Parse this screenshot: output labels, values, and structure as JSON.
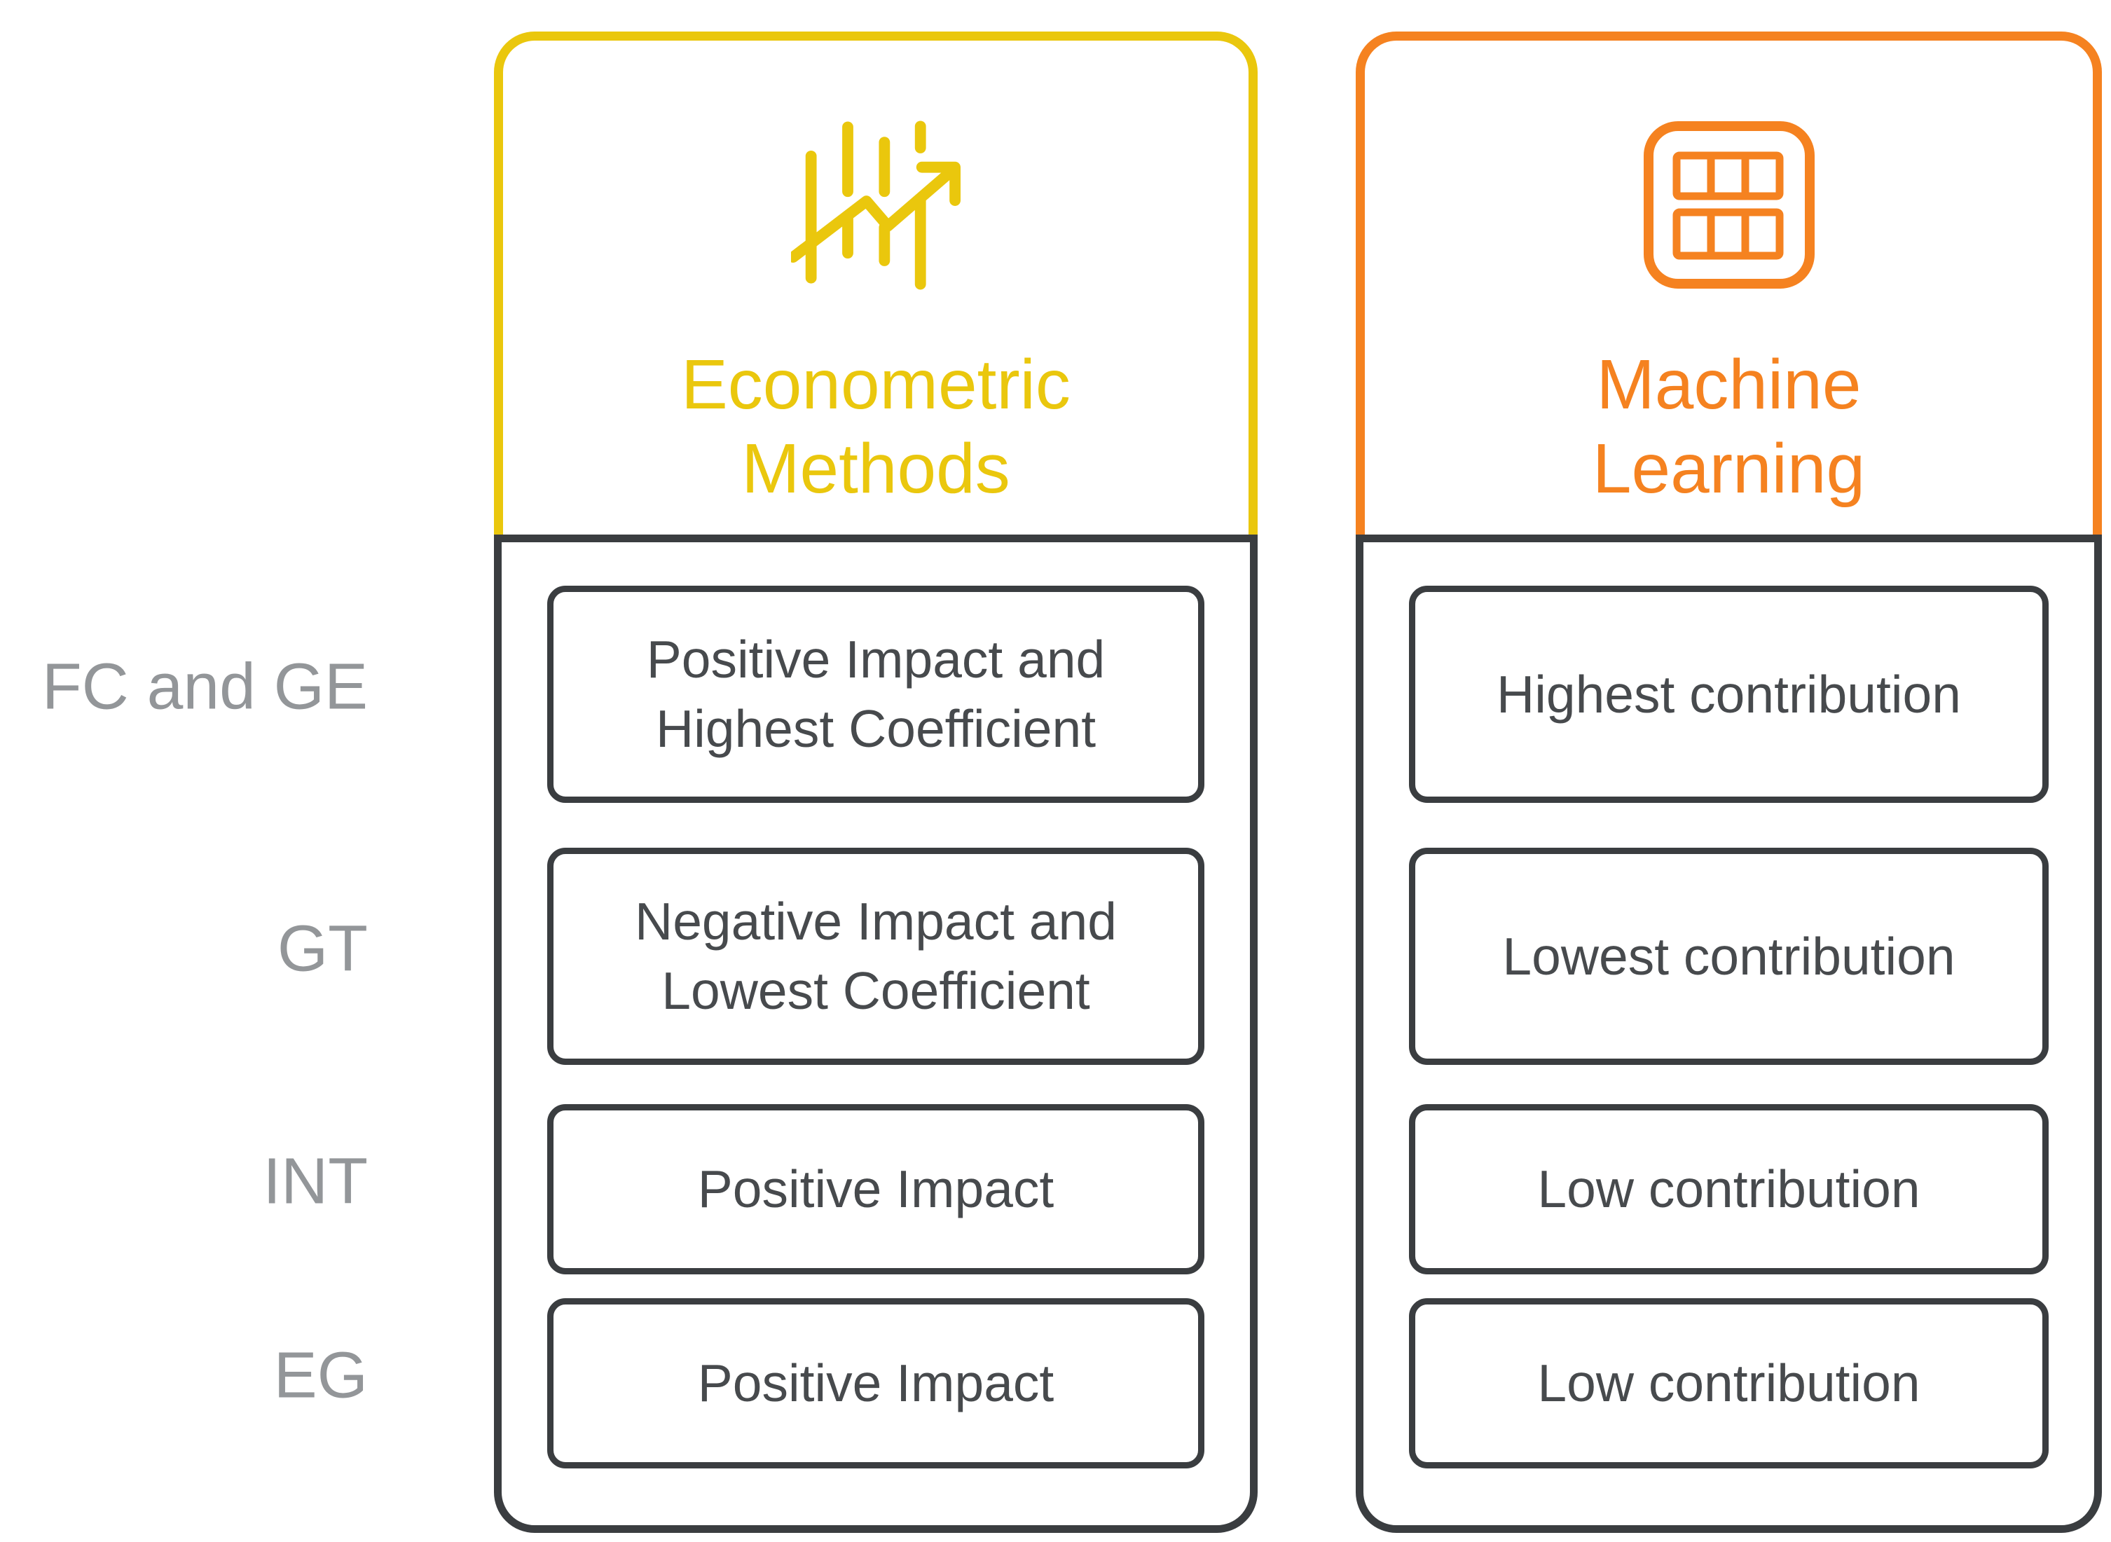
{
  "diagram": {
    "row_labels": [
      "FC and GE",
      "GT",
      "INT",
      "EG"
    ],
    "columns": [
      {
        "id": "econometric-methods",
        "title": "Econometric Methods",
        "title_line1": "Econometric",
        "title_line2": "Methods",
        "icon": "trend-chart-icon",
        "accent_color": "#EAC70D",
        "cells": [
          "Positive Impact and Highest Coefficient",
          "Negative Impact and Lowest Coefficient",
          "Positive Impact",
          "Positive Impact"
        ]
      },
      {
        "id": "machine-learning",
        "title": "Machine Learning",
        "title_line1": "Machine",
        "title_line2": "Learning",
        "icon": "table-grid-icon",
        "accent_color": "#F58220",
        "cells": [
          "Highest contribution",
          "Lowest contribution",
          "Low contribution",
          "Low contribution"
        ]
      }
    ],
    "colors": {
      "label_gray": "#939699",
      "box_border": "#3A3D40",
      "box_text": "#474A4D",
      "background": "#FFFFFF"
    }
  }
}
